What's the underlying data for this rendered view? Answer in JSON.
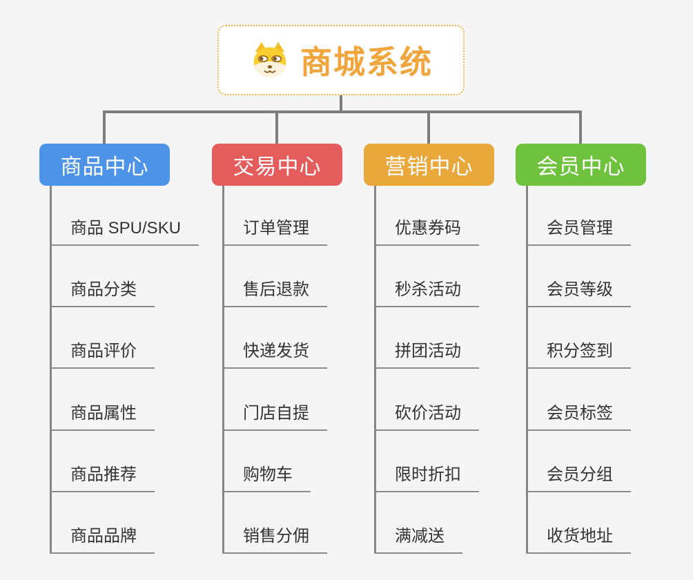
{
  "page": {
    "background": "#f5f5f5",
    "connector_color": "#7d7d7d",
    "leaf_line_color": "#8a8a8a",
    "leaf_text_color": "#333333"
  },
  "root": {
    "title": "商城系统",
    "title_color": "#f0a63c",
    "border_color": "#f3b13e",
    "icon": "doge-icon"
  },
  "branches": [
    {
      "label": "商品中心",
      "color": "#4d93e8",
      "children": [
        "商品 SPU/SKU",
        "商品分类",
        "商品评价",
        "商品属性",
        "商品推荐",
        "商品品牌"
      ]
    },
    {
      "label": "交易中心",
      "color": "#e55c5c",
      "children": [
        "订单管理",
        "售后退款",
        "快递发货",
        "门店自提",
        "购物车",
        "销售分佣"
      ]
    },
    {
      "label": "营销中心",
      "color": "#e9a83c",
      "children": [
        "优惠券码",
        "秒杀活动",
        "拼团活动",
        "砍价活动",
        "限时折扣",
        "满减送"
      ]
    },
    {
      "label": "会员中心",
      "color": "#6ec23e",
      "children": [
        "会员管理",
        "会员等级",
        "积分签到",
        "会员标签",
        "会员分组",
        "收货地址"
      ]
    }
  ]
}
